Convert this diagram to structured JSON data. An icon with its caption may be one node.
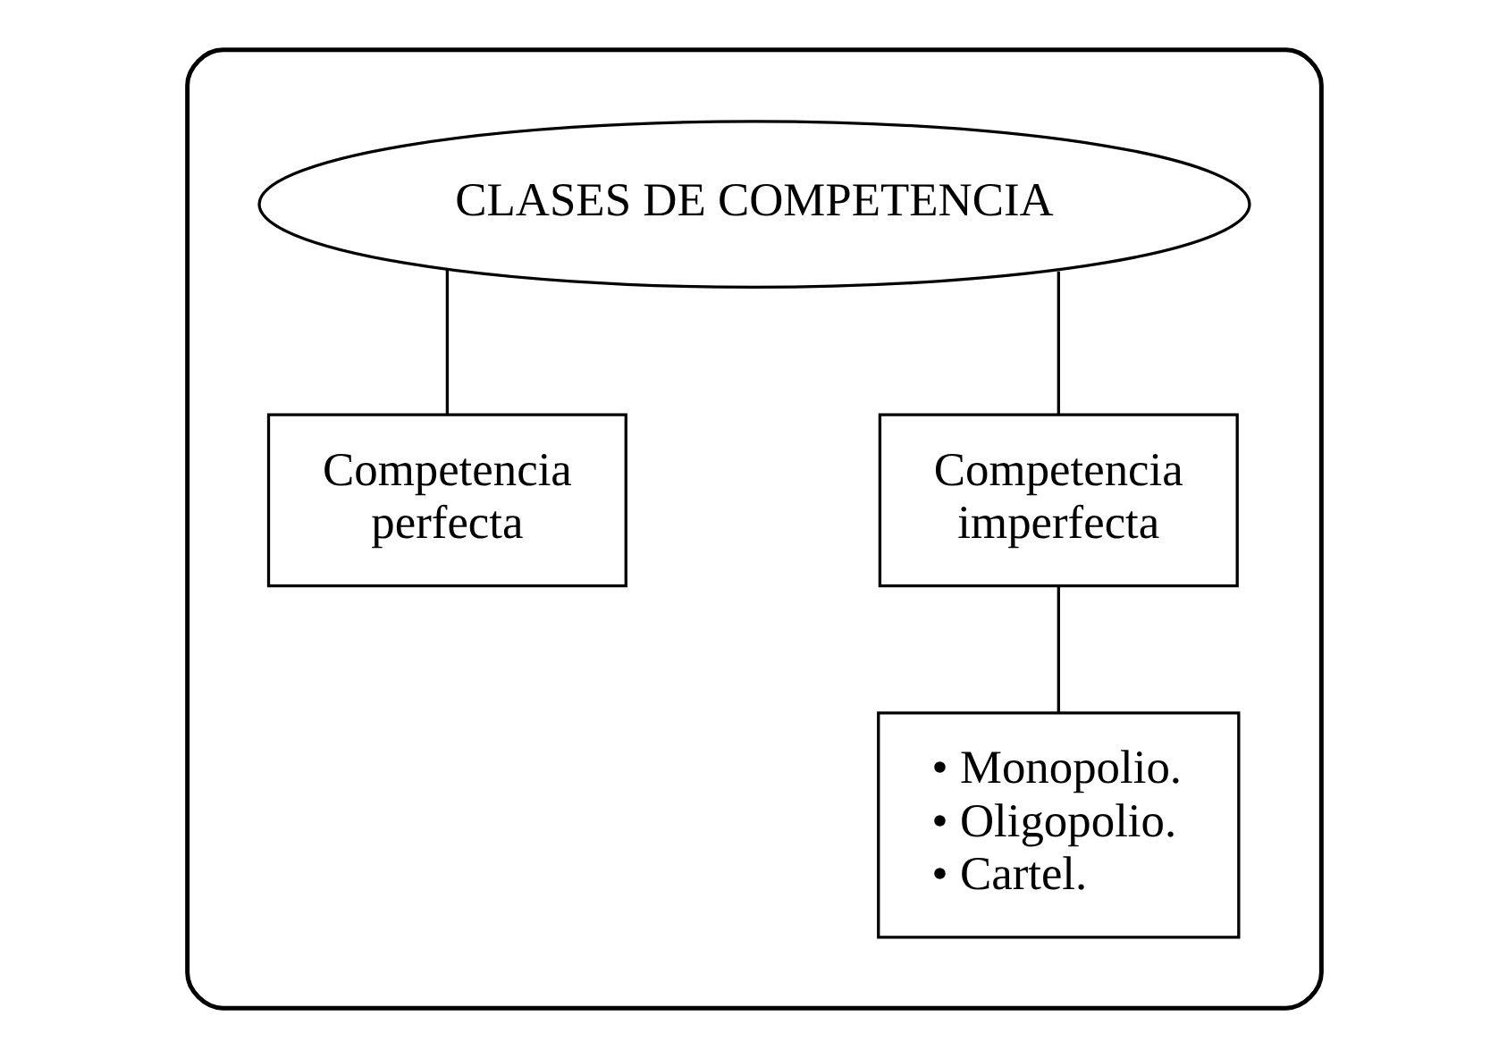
{
  "diagram": {
    "nodes": [
      {
        "text": [],
        "shape": "box"
      },
      {
        "text": [
          "CLASES DE COMPETENCIA"
        ],
        "in": 0
      },
      {
        "text": [
          "Competencia perfecta"
        ],
        "in": 0
      },
      {
        "text": [
          "Competencia imperfecta"
        ],
        "in": 0
      },
      {
        "text": [
          "• Monopolio.",
          "• Oligopolio.",
          "• Cartel."
        ],
        "in": 0
      }
    ],
    "edges": [
      {
        "from": 1,
        "to": 2,
        "arrow": "none"
      },
      {
        "from": 1,
        "to": 3,
        "arrow": "none"
      },
      {
        "from": 3,
        "to": 4,
        "arrow": "none"
      }
    ]
  }
}
